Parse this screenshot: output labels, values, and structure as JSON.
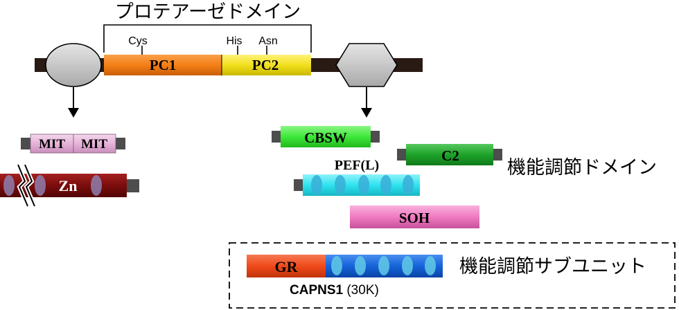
{
  "protease_domain_label": "プロテアーゼドメイン",
  "catalytic_residues": {
    "cys": "Cys",
    "his": "His",
    "asn": "Asn"
  },
  "main_domains": {
    "pc1": "PC1",
    "pc2": "PC2"
  },
  "n_terminal_variants": {
    "mit1": "MIT",
    "mit2": "MIT",
    "zn": "Zn"
  },
  "regulatory_domains": {
    "cbsw": "CBSW",
    "c2": "C2",
    "pef": "PEF(L)",
    "soh": "SOH",
    "label": "機能調節ドメイン"
  },
  "regulatory_subunit": {
    "gr": "GR",
    "label": "機能調節サブユニット",
    "name": "CAPNS1",
    "size": " (30K)"
  },
  "colors": {
    "pc1": "#f47f17",
    "pc2": "#f2e01e",
    "backbone": "#2a1a14",
    "mit": "#e6b3d9",
    "zn": "#7a0d0d",
    "cbsw": "#3ee83a",
    "c2": "#1ea32a",
    "pef": "#2fe3f0",
    "soh": "#f07ac2",
    "gr": "#ef4a1a",
    "subunit_blue": "#1563d8",
    "cap": "#4d4d4d"
  },
  "icons": {
    "n_domain": "ellipse-domain-icon",
    "c_domain": "hexagon-domain-icon",
    "arrow": "down-arrow-icon"
  }
}
